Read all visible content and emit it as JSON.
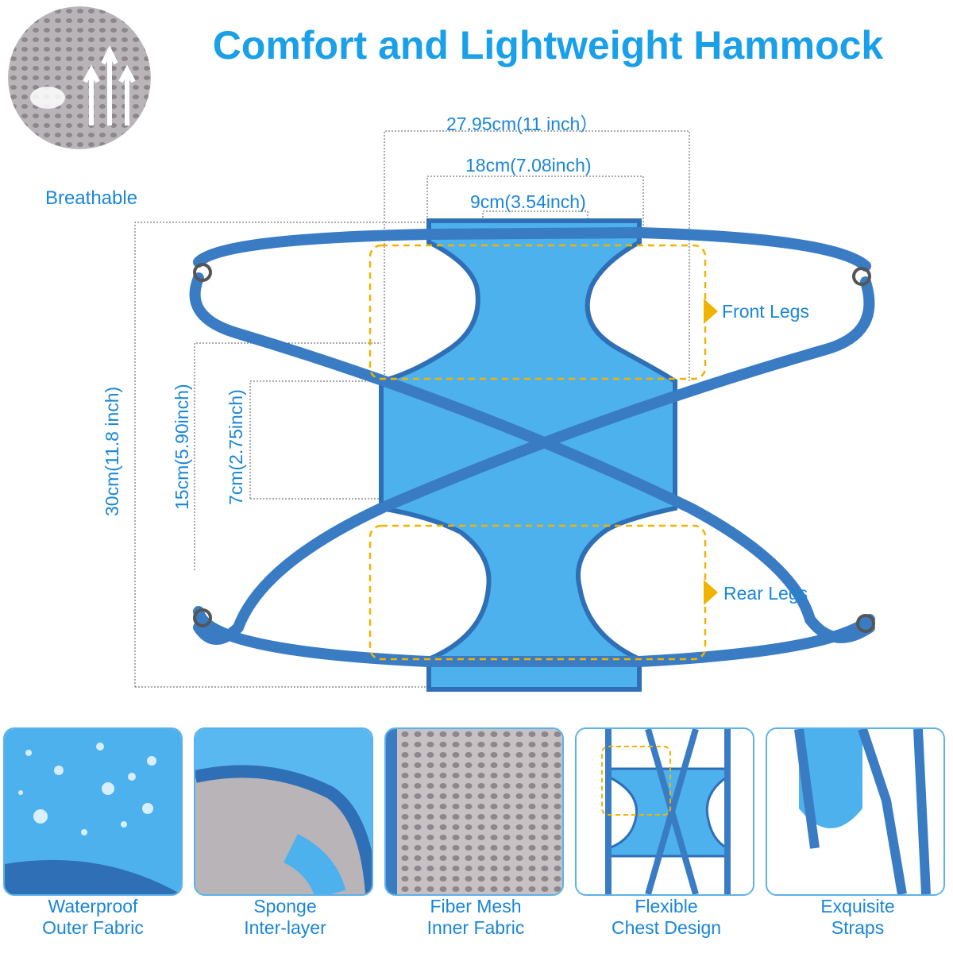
{
  "title": "Comfort and Lightweight Hammock",
  "badge": {
    "label": "Breathable",
    "icon": "breathable-mesh-icon"
  },
  "dimensions": {
    "width_outer": "27.95cm(11 inch）",
    "width_mid": "18cm(7.08inch)",
    "width_inner": "9cm(3.54inch)",
    "height_total": "30cm(11.8 inch)",
    "height_mid": "15cm(5.90inch)",
    "height_inner": "7cm(2.75inch)"
  },
  "zones": {
    "front": "Front Legs",
    "rear": "Rear Legs"
  },
  "features": [
    {
      "line1": "Waterproof",
      "line2": "Outer Fabric"
    },
    {
      "line1": "Sponge",
      "line2": "Inter-layer"
    },
    {
      "line1": "Fiber Mesh",
      "line2": "Inner Fabric"
    },
    {
      "line1": "Flexible",
      "line2": "Chest Design"
    },
    {
      "line1": "Exquisite",
      "line2": "Straps"
    }
  ],
  "colors": {
    "accent": "#1aa0e8",
    "fabric": "#4db1ee",
    "strap": "#3a7cc4",
    "highlight": "#f0b400"
  }
}
